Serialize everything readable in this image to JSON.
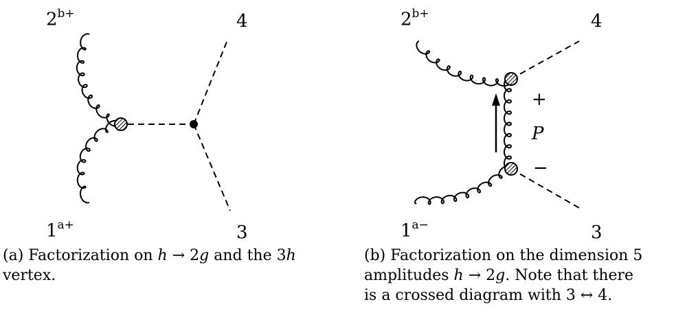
{
  "diagram_a": {
    "labels": {
      "top_left_base": "2",
      "top_left_sup": "b+",
      "bottom_left_base": "1",
      "bottom_left_sup": "a+",
      "top_right": "4",
      "bottom_right": "3"
    },
    "caption": {
      "prefix": "(a) Factorization on ",
      "math1": "h",
      "arrow": " → 2",
      "math2": "g",
      "mid": " and the 3",
      "math3": "h",
      "line2": "vertex."
    }
  },
  "diagram_b": {
    "labels": {
      "top_left_base": "2",
      "top_left_sup": "b+",
      "bottom_left_base": "1",
      "bottom_left_sup": "a−",
      "top_right": "4",
      "bottom_right": "3",
      "plus": "+",
      "minus": "−",
      "propagator": "P"
    },
    "caption": {
      "line1": "(b) Factorization on the dimension 5",
      "line2_prefix": "amplitudes ",
      "line2_math1": "h",
      "line2_arrow": " → 2",
      "line2_math2": "g",
      "line2_suffix": ".  Note that there",
      "line3": "is a crossed diagram with 3 ↔ 4."
    }
  }
}
